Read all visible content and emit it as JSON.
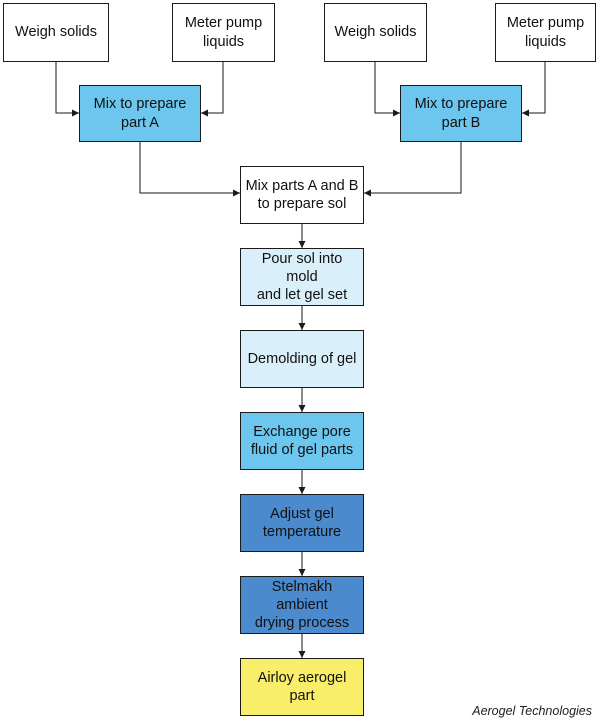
{
  "colors": {
    "white": "#ffffff",
    "light_cyan": "#d9eff9",
    "cyan": "#6cc6ee",
    "blue": "#4b8acc",
    "yellow": "#f8ee6a",
    "line": "#1a1a1a"
  },
  "boxes": {
    "weigh_a": {
      "text": "Weigh solids",
      "color": "white"
    },
    "meter_a": {
      "text": "Meter pump\nliquids",
      "color": "white"
    },
    "weigh_b": {
      "text": "Weigh solids",
      "color": "white"
    },
    "meter_b": {
      "text": "Meter pump\nliquids",
      "color": "white"
    },
    "mix_a": {
      "text": "Mix to prepare\npart A",
      "color": "cyan"
    },
    "mix_b": {
      "text": "Mix to prepare\npart B",
      "color": "cyan"
    },
    "mix_sol": {
      "text": "Mix parts A and B\nto prepare sol",
      "color": "white"
    },
    "pour": {
      "text": "Pour sol into mold\nand let gel set",
      "color": "light_cyan"
    },
    "demold": {
      "text": "Demolding of gel",
      "color": "light_cyan"
    },
    "exchange": {
      "text": "Exchange pore\nfluid of gel parts",
      "color": "cyan"
    },
    "adjust": {
      "text": "Adjust gel\ntemperature",
      "color": "blue"
    },
    "drying": {
      "text": "Stelmakh ambient\ndrying process",
      "color": "blue"
    },
    "airloy": {
      "text": "Airloy aerogel\npart",
      "color": "yellow"
    }
  },
  "credit": "Aerogel Technologies"
}
